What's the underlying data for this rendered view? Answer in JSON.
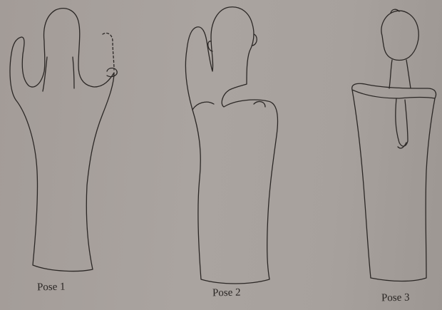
{
  "captions": {
    "pose1": "Pose 1",
    "pose2": "Pose 2",
    "pose3": "Pose 3"
  },
  "colors": {
    "paper": "#a7a19d",
    "ink": "#2a2624"
  }
}
